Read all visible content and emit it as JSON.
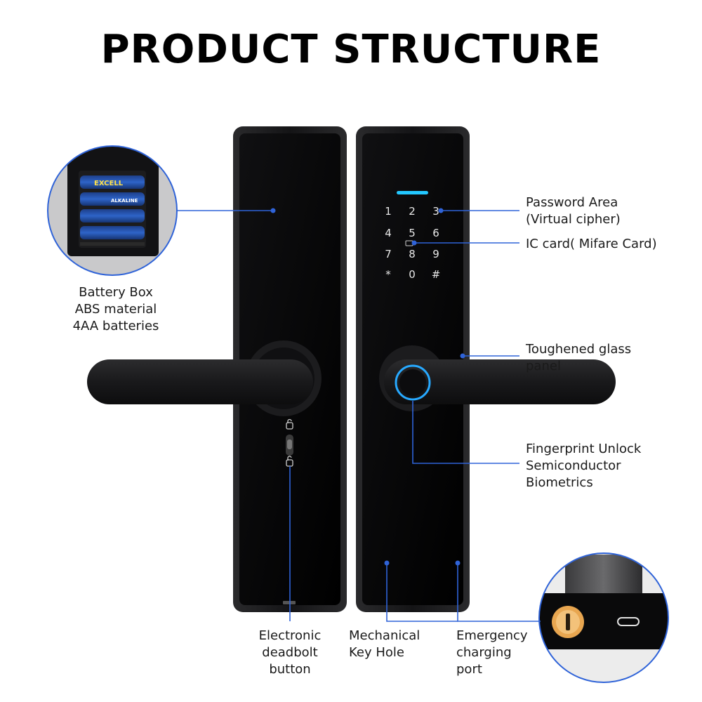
{
  "title": "PRODUCT STRUCTURE",
  "colors": {
    "leader": "#2f63d8",
    "panel": "#050505",
    "ring": "#27a9ff",
    "led": "#23c8ff"
  },
  "keypad": [
    "1",
    "2",
    "3",
    "4",
    "5",
    "6",
    "7",
    "8",
    "9",
    "*",
    "0",
    "#"
  ],
  "battery_inset": {
    "brand": "EXCELL",
    "type": "ALKALINE"
  },
  "callouts": {
    "battery": {
      "line1": "Battery Box",
      "line2": "ABS material",
      "line3": "4AA batteries"
    },
    "password": {
      "line1": "Password Area",
      "line2": "(Virtual cipher)"
    },
    "ic_card": {
      "line1": "IC card( Mifare Card)"
    },
    "glass": {
      "line1": "Toughened glass",
      "line2": "panel"
    },
    "fingerprint": {
      "line1": "Fingerprint Unlock",
      "line2": "Semiconductor",
      "line3": "Biometrics"
    },
    "deadbolt": {
      "line1": "Electronic",
      "line2": "deadbolt",
      "line3": "button"
    },
    "keyhole": {
      "line1": "Mechanical",
      "line2": "Key Hole"
    },
    "charging": {
      "line1": "Emergency",
      "line2": "charging",
      "line3": "port"
    }
  }
}
